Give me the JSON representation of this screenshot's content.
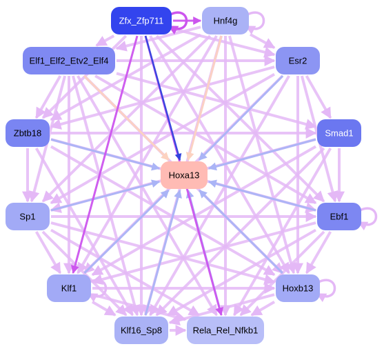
{
  "colors": {
    "edge_pink": "#e4b8f6",
    "edge_magenta": "#cc55ee",
    "edge_blue": "#aab4f6",
    "edge_darkblue": "#3344dd",
    "edge_peach": "#fcd2c0"
  },
  "nodes": [
    {
      "id": "zfx",
      "label": "Zfx_Zfp711",
      "fill": "#3344ee",
      "text_color": "#ffffff"
    },
    {
      "id": "hnf4g",
      "label": "Hnf4g",
      "fill": "#aab2f6",
      "text_color": "#000000"
    },
    {
      "id": "elf1",
      "label": "Elf1_Elf2_Etv2_Elf4",
      "fill": "#7f89f2",
      "text_color": "#000000"
    },
    {
      "id": "esr2",
      "label": "Esr2",
      "fill": "#8c95f3",
      "text_color": "#000000"
    },
    {
      "id": "zbtb18",
      "label": "Zbtb18",
      "fill": "#7a85f2",
      "text_color": "#000000"
    },
    {
      "id": "smad1",
      "label": "Smad1",
      "fill": "#6b77f0",
      "text_color": "#ffffff"
    },
    {
      "id": "hoxa13",
      "label": "Hoxa13",
      "fill": "#ffbbb4",
      "text_color": "#000000"
    },
    {
      "id": "sp1",
      "label": "Sp1",
      "fill": "#a2aaf6",
      "text_color": "#000000"
    },
    {
      "id": "ebf1",
      "label": "Ebf1",
      "fill": "#7d87f2",
      "text_color": "#000000"
    },
    {
      "id": "klf1",
      "label": "Klf1",
      "fill": "#a2aaf6",
      "text_color": "#000000"
    },
    {
      "id": "hoxb13",
      "label": "Hoxb13",
      "fill": "#a2aaf6",
      "text_color": "#000000"
    },
    {
      "id": "klf16",
      "label": "Klf16_Sp8",
      "fill": "#aab2f6",
      "text_color": "#000000"
    },
    {
      "id": "rela",
      "label": "Rela_Rel_Nfkb1",
      "fill": "#b8bef8",
      "text_color": "#000000"
    }
  ],
  "edges": [
    {
      "from": "zfx",
      "to": "hoxa13",
      "color": "edge_darkblue"
    },
    {
      "from": "zfx",
      "to": "rela",
      "color": "edge_magenta"
    },
    {
      "from": "zfx",
      "to": "klf1",
      "color": "edge_magenta"
    },
    {
      "from": "zfx",
      "to": "hnf4g",
      "color": "edge_magenta"
    },
    {
      "from": "zfx",
      "to": "hoxb13",
      "color": "edge_pink"
    },
    {
      "from": "zfx",
      "to": "elf1",
      "color": "edge_pink"
    },
    {
      "from": "zfx",
      "to": "klf16",
      "color": "edge_pink"
    },
    {
      "from": "zfx",
      "to": "ebf1",
      "color": "edge_pink"
    },
    {
      "from": "hnf4g",
      "to": "hoxa13",
      "color": "edge_peach"
    },
    {
      "from": "hnf4g",
      "to": "klf16",
      "color": "edge_pink"
    },
    {
      "from": "hnf4g",
      "to": "klf1",
      "color": "edge_pink"
    },
    {
      "from": "hnf4g",
      "to": "zbtb18",
      "color": "edge_pink"
    },
    {
      "from": "hnf4g",
      "to": "sp1",
      "color": "edge_pink"
    },
    {
      "from": "hnf4g",
      "to": "hoxb13",
      "color": "edge_pink"
    },
    {
      "from": "hnf4g",
      "to": "rela",
      "color": "edge_pink"
    },
    {
      "from": "elf1",
      "to": "hoxa13",
      "color": "edge_peach"
    },
    {
      "from": "elf1",
      "to": "esr2",
      "color": "edge_pink"
    },
    {
      "from": "elf1",
      "to": "smad1",
      "color": "edge_pink"
    },
    {
      "from": "elf1",
      "to": "ebf1",
      "color": "edge_pink"
    },
    {
      "from": "elf1",
      "to": "hoxb13",
      "color": "edge_pink"
    },
    {
      "from": "elf1",
      "to": "klf16",
      "color": "edge_pink"
    },
    {
      "from": "elf1",
      "to": "klf1",
      "color": "edge_pink"
    },
    {
      "from": "elf1",
      "to": "rela",
      "color": "edge_pink"
    },
    {
      "from": "esr2",
      "to": "hoxa13",
      "color": "edge_blue"
    },
    {
      "from": "esr2",
      "to": "zbtb18",
      "color": "edge_pink"
    },
    {
      "from": "esr2",
      "to": "sp1",
      "color": "edge_pink"
    },
    {
      "from": "esr2",
      "to": "klf1",
      "color": "edge_pink"
    },
    {
      "from": "esr2",
      "to": "klf16",
      "color": "edge_pink"
    },
    {
      "from": "esr2",
      "to": "hoxb13",
      "color": "edge_pink"
    },
    {
      "from": "zbtb18",
      "to": "hoxa13",
      "color": "edge_blue"
    },
    {
      "from": "zbtb18",
      "to": "smad1",
      "color": "edge_pink"
    },
    {
      "from": "zbtb18",
      "to": "ebf1",
      "color": "edge_pink"
    },
    {
      "from": "zbtb18",
      "to": "hoxb13",
      "color": "edge_pink"
    },
    {
      "from": "zbtb18",
      "to": "klf16",
      "color": "edge_pink"
    },
    {
      "from": "smad1",
      "to": "hoxa13",
      "color": "edge_blue"
    },
    {
      "from": "smad1",
      "to": "sp1",
      "color": "edge_pink"
    },
    {
      "from": "smad1",
      "to": "klf1",
      "color": "edge_pink"
    },
    {
      "from": "smad1",
      "to": "klf16",
      "color": "edge_pink"
    },
    {
      "from": "smad1",
      "to": "rela",
      "color": "edge_pink"
    },
    {
      "from": "sp1",
      "to": "hoxa13",
      "color": "edge_blue"
    },
    {
      "from": "sp1",
      "to": "ebf1",
      "color": "edge_pink"
    },
    {
      "from": "sp1",
      "to": "hoxb13",
      "color": "edge_pink"
    },
    {
      "from": "sp1",
      "to": "klf16",
      "color": "edge_pink"
    },
    {
      "from": "sp1",
      "to": "rela",
      "color": "edge_pink"
    },
    {
      "from": "ebf1",
      "to": "hoxa13",
      "color": "edge_blue"
    },
    {
      "from": "ebf1",
      "to": "klf1",
      "color": "edge_pink"
    },
    {
      "from": "ebf1",
      "to": "klf16",
      "color": "edge_pink"
    },
    {
      "from": "ebf1",
      "to": "rela",
      "color": "edge_pink"
    },
    {
      "from": "klf1",
      "to": "hoxa13",
      "color": "edge_blue"
    },
    {
      "from": "klf1",
      "to": "hoxb13",
      "color": "edge_pink"
    },
    {
      "from": "klf1",
      "to": "rela",
      "color": "edge_pink"
    },
    {
      "from": "klf1",
      "to": "klf16",
      "color": "edge_pink"
    },
    {
      "from": "hoxb13",
      "to": "hoxa13",
      "color": "edge_blue"
    },
    {
      "from": "hoxb13",
      "to": "klf16",
      "color": "edge_pink"
    },
    {
      "from": "hoxb13",
      "to": "rela",
      "color": "edge_pink"
    },
    {
      "from": "klf16",
      "to": "hoxa13",
      "color": "edge_blue"
    },
    {
      "from": "klf16",
      "to": "rela",
      "color": "edge_pink"
    },
    {
      "from": "rela",
      "to": "hoxa13",
      "color": "edge_blue"
    },
    {
      "from": "elf1",
      "to": "zbtb18",
      "color": "edge_pink"
    },
    {
      "from": "esr2",
      "to": "smad1",
      "color": "edge_pink"
    },
    {
      "from": "sp1",
      "to": "klf1",
      "color": "edge_pink"
    },
    {
      "from": "ebf1",
      "to": "hoxb13",
      "color": "edge_pink"
    },
    {
      "from": "zbtb18",
      "to": "sp1",
      "color": "edge_pink"
    },
    {
      "from": "smad1",
      "to": "ebf1",
      "color": "edge_pink"
    },
    {
      "from": "elf1",
      "to": "sp1",
      "color": "edge_pink"
    },
    {
      "from": "esr2",
      "to": "ebf1",
      "color": "edge_pink"
    },
    {
      "from": "hnf4g",
      "to": "esr2",
      "color": "edge_pink"
    },
    {
      "from": "hnf4g",
      "to": "elf1",
      "color": "edge_pink"
    },
    {
      "from": "zfx",
      "to": "esr2",
      "color": "edge_pink"
    },
    {
      "from": "zfx",
      "to": "zbtb18",
      "color": "edge_pink"
    }
  ],
  "self_loops": [
    "zfx",
    "hnf4g",
    "ebf1",
    "hoxb13",
    "klf1"
  ]
}
